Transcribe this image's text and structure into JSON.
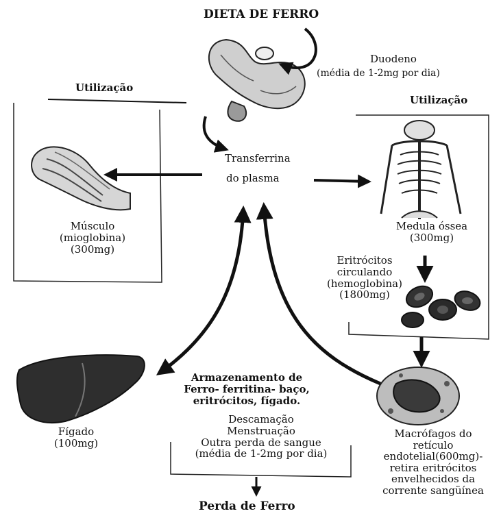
{
  "title": "DIETA DE FERRO",
  "duodenum": [
    "Duodeno",
    "(média de 1-2mg por dia)"
  ],
  "utilization_left": "Utilização",
  "utilization_right": "Utilização",
  "transferrin": [
    "Transferrina",
    "do plasma"
  ],
  "muscle": [
    "Músculo",
    "(mioglobina)",
    "(300mg)"
  ],
  "marrow": [
    "Medula óssea",
    "(300mg)"
  ],
  "erythrocytes": [
    "Eritrócitos",
    "circulando",
    "(hemoglobina)",
    "(1800mg)"
  ],
  "liver": [
    "Fígado",
    "(100mg)"
  ],
  "storage": [
    "Armazenamento de",
    "Ferro- ferritina- baço,",
    "eritrócitos, fígado."
  ],
  "loss_causes": [
    "Descamação",
    "Menstruação",
    "Outra perda de sangue",
    "(média de 1-2mg por dia)"
  ],
  "iron_loss": "Perda de Ferro",
  "macrophages": [
    "Macrófagos do",
    "retículo",
    "endotelial(600mg)-",
    "retira eritrócitos",
    "envelhecidos da",
    "corrente sangüínea"
  ]
}
